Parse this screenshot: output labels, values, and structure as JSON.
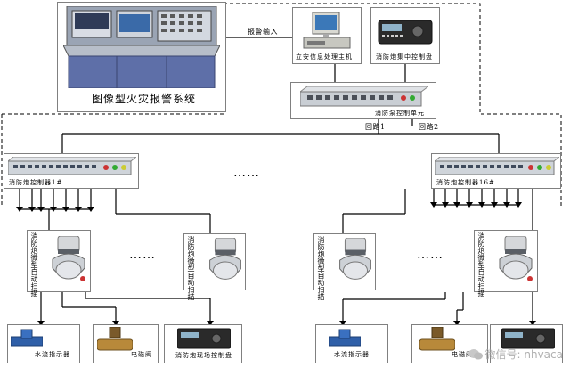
{
  "title_system": "图像型火灾报警系统",
  "alarm_input": "报警输入",
  "host_computer": "立安信息处理主机",
  "center_panel": "消防炮集中控制盘",
  "pump_control_unit": "消防泵控制单元",
  "loop1": "回路1",
  "loop2": "回路2",
  "controller_1": "消防炮控制器1#",
  "controller_16": "消防炮控制器16#",
  "cannon_label": "消防炮微型自动扫描",
  "water_flow": "水流指示器",
  "solenoid_valve": "电磁阀",
  "site_panel": "消防炮现场控制盘",
  "ellipsis": "……",
  "watermark": "微信号: nhvaca"
}
